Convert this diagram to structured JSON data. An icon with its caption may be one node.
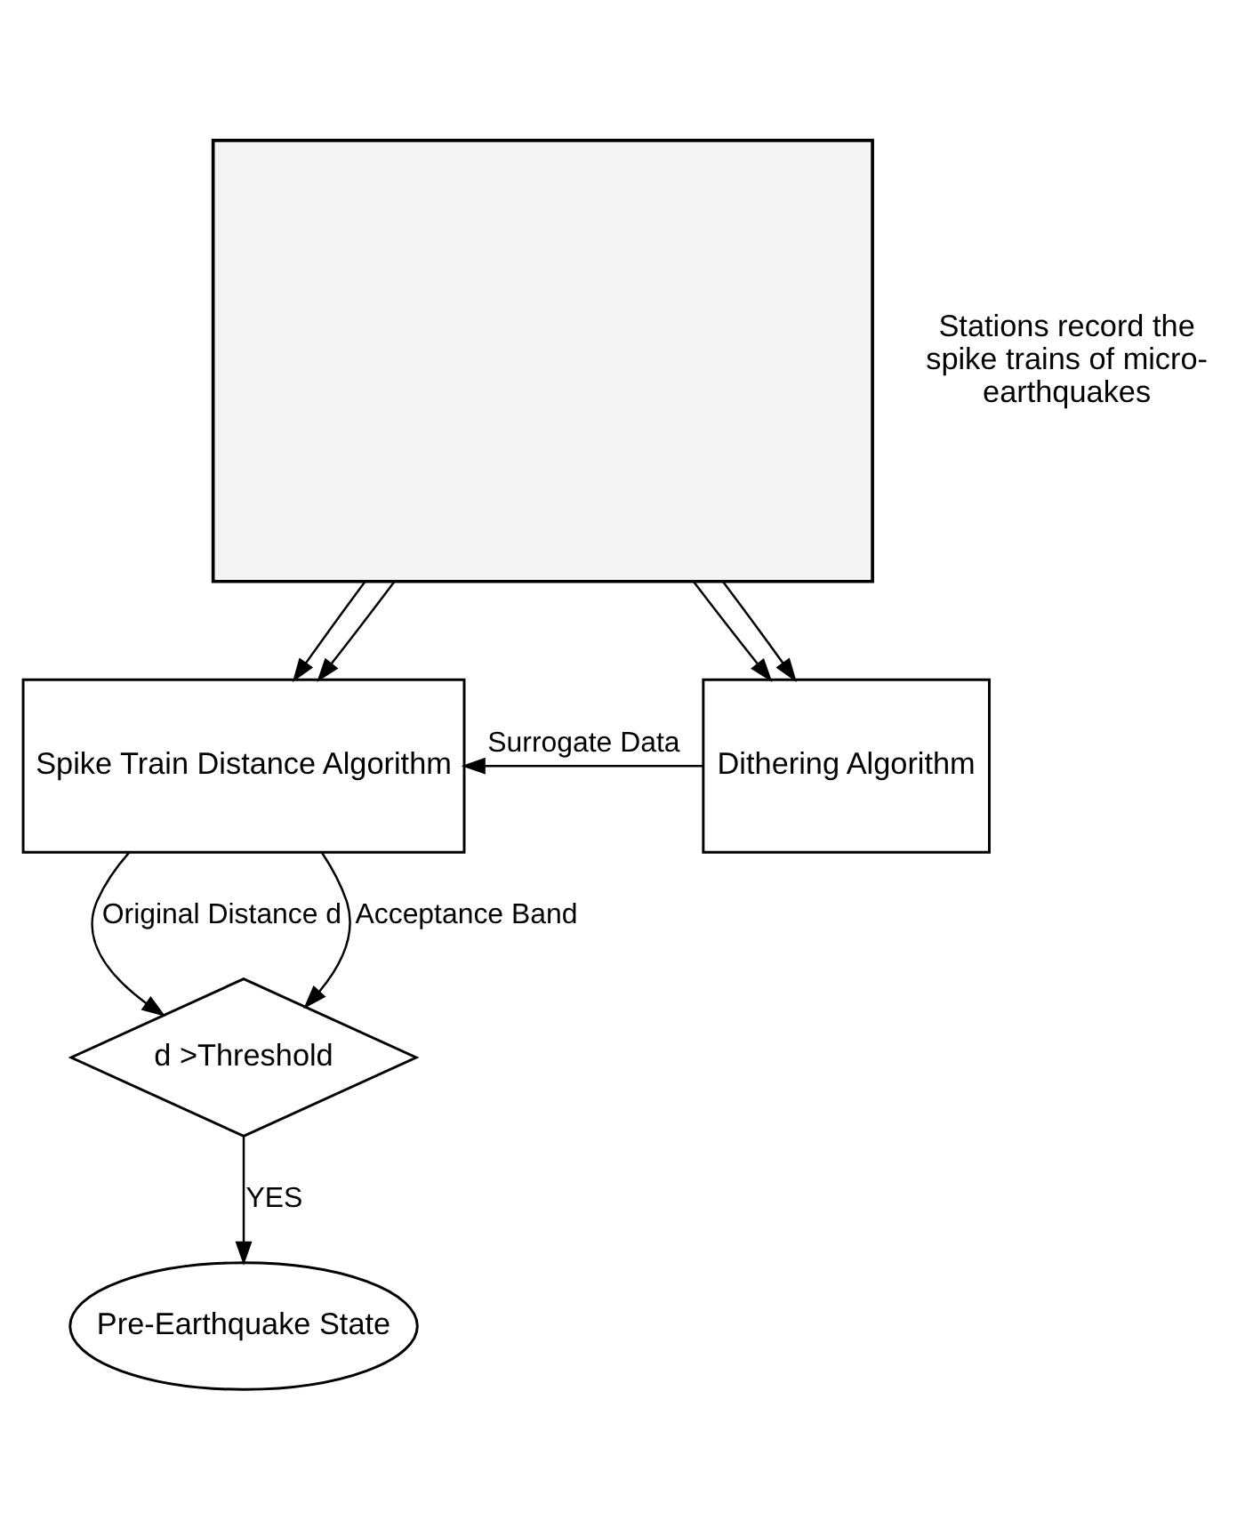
{
  "diagram": {
    "nodes": [
      {
        "text": [],
        "shape": "box",
        "beside": [
          "Stations record the spike trains of micro-earthquakes"
        ]
      },
      {
        "text": [
          "Spike Train Distance Algorithm"
        ]
      },
      {
        "text": [
          "Dithering Algorithm"
        ]
      },
      {
        "text": [
          "d >Threshold"
        ]
      },
      {
        "text": [
          "Pre-Earthquake State"
        ]
      }
    ],
    "edges": [
      {
        "from": 0,
        "to": 1,
        "arrow": "to"
      },
      {
        "from": 0,
        "to": 1,
        "arrow": "to"
      },
      {
        "from": 0,
        "to": 2,
        "arrow": "to"
      },
      {
        "from": 0,
        "to": 2,
        "arrow": "to"
      },
      {
        "from": 2,
        "to": 1,
        "arrow": "to",
        "label": "Surrogate Data"
      },
      {
        "from": 1,
        "to": 3,
        "arrow": "to",
        "label": "Original Distance d"
      },
      {
        "from": 1,
        "to": 3,
        "arrow": "to",
        "label": "Acceptance Band"
      },
      {
        "from": 3,
        "to": 4,
        "arrow": "to",
        "label": "YES"
      }
    ]
  }
}
